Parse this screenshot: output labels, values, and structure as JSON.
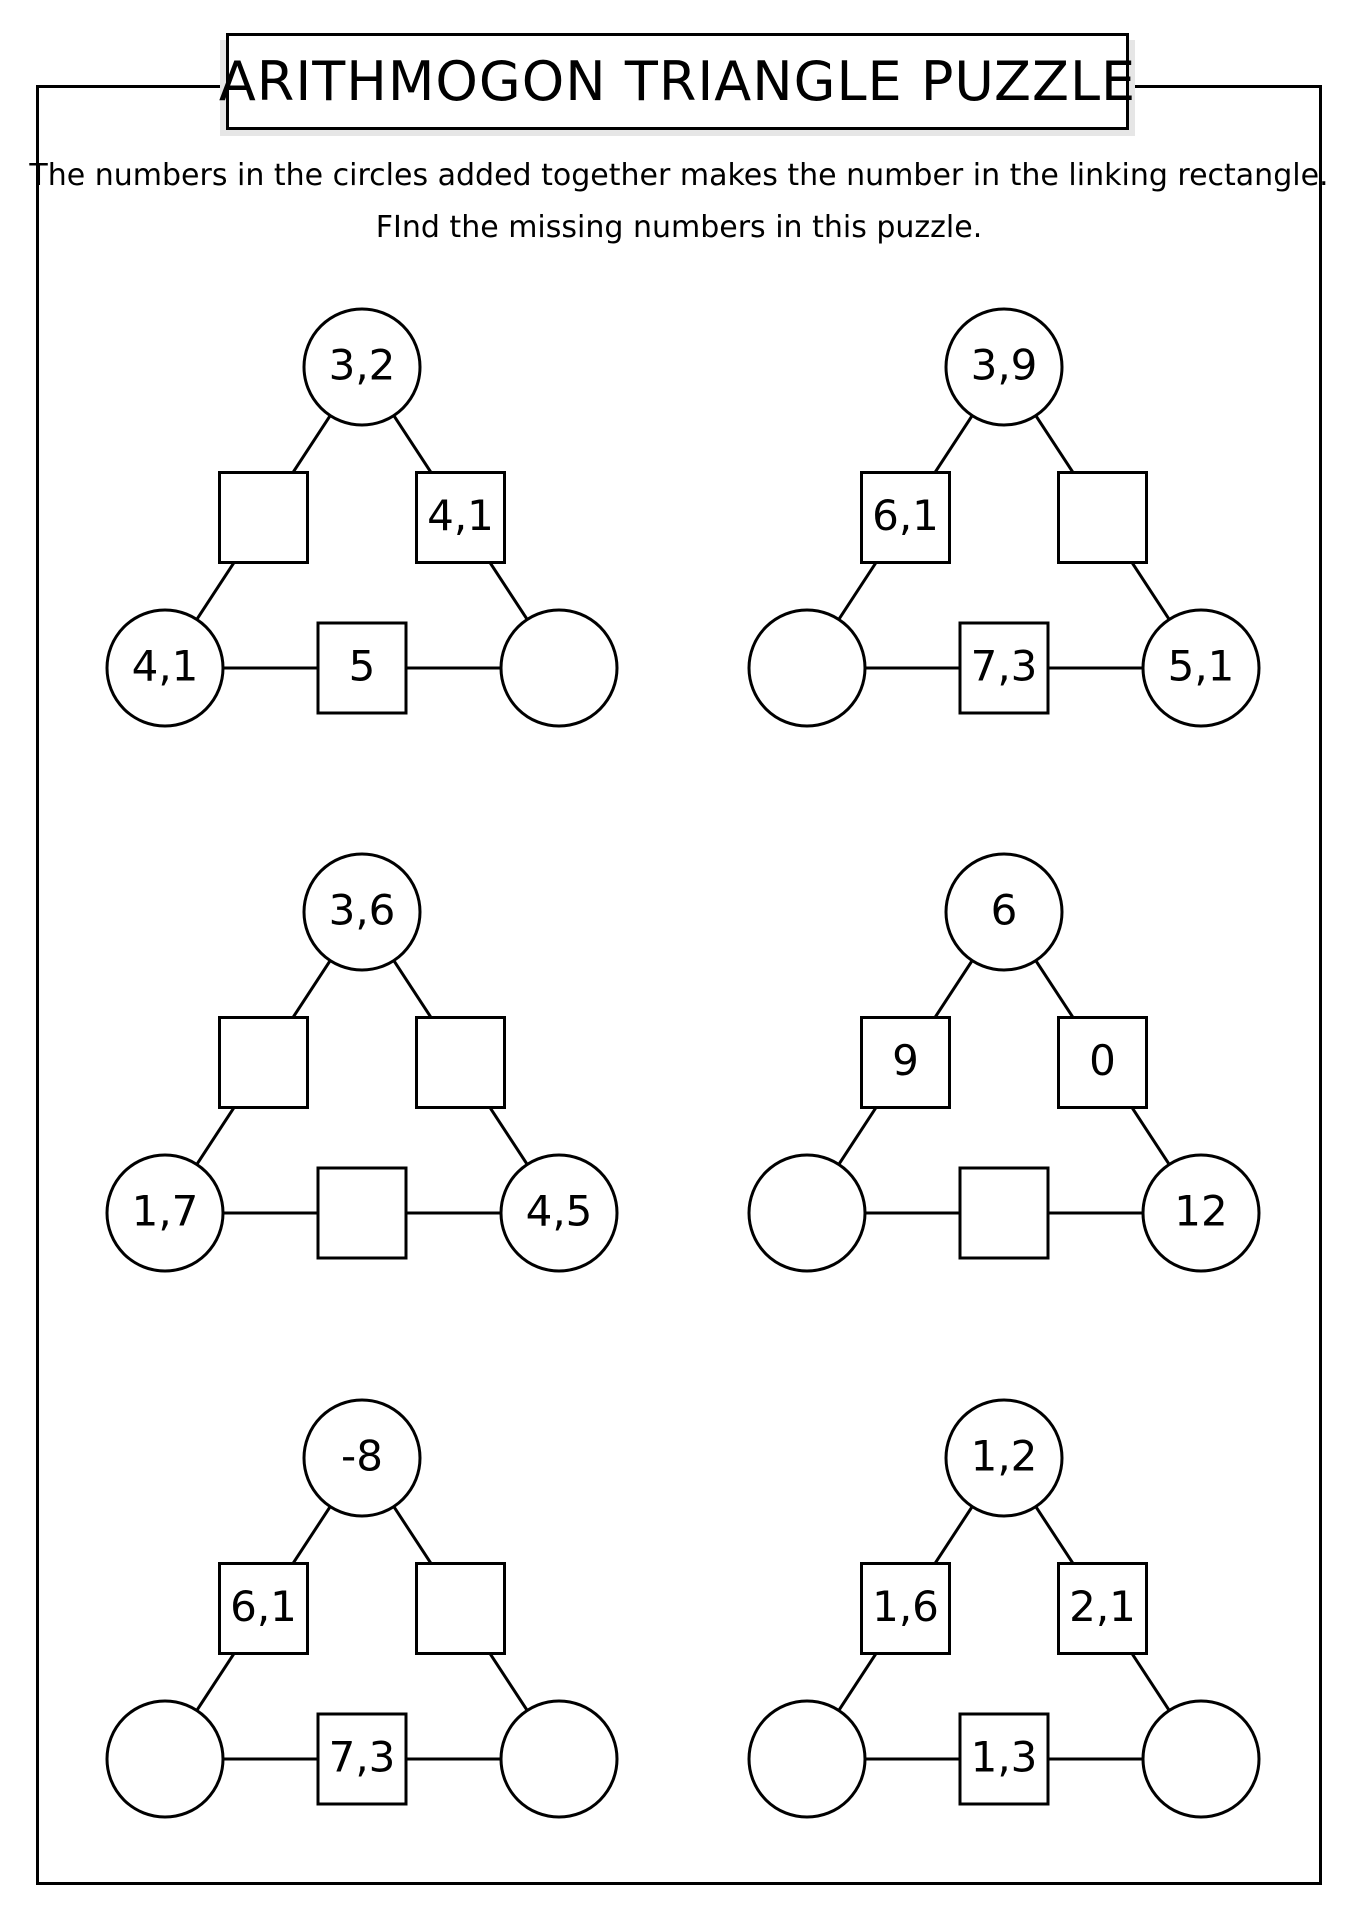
{
  "title": "ARITHMOGON TRIANGLE PUZZLE",
  "instructions": [
    "The numbers in the circles added together makes the number in the linking rectangle.",
    "FInd the missing numbers in this puzzle."
  ],
  "puzzles": [
    {
      "top": "3,2",
      "left": "4,1",
      "right": "",
      "box_left": "",
      "box_right": "4,1",
      "box_bottom": "5"
    },
    {
      "top": "3,9",
      "left": "",
      "right": "5,1",
      "box_left": "6,1",
      "box_right": "",
      "box_bottom": "7,3"
    },
    {
      "top": "3,6",
      "left": "1,7",
      "right": "4,5",
      "box_left": "",
      "box_right": "",
      "box_bottom": ""
    },
    {
      "top": "6",
      "left": "",
      "right": "12",
      "box_left": "9",
      "box_right": "0",
      "box_bottom": ""
    },
    {
      "top": "-8",
      "left": "",
      "right": "",
      "box_left": "6,1",
      "box_right": "",
      "box_bottom": "7,3"
    },
    {
      "top": "1,2",
      "left": "",
      "right": "",
      "box_left": "1,6",
      "box_right": "2,1",
      "box_bottom": "1,3"
    }
  ]
}
